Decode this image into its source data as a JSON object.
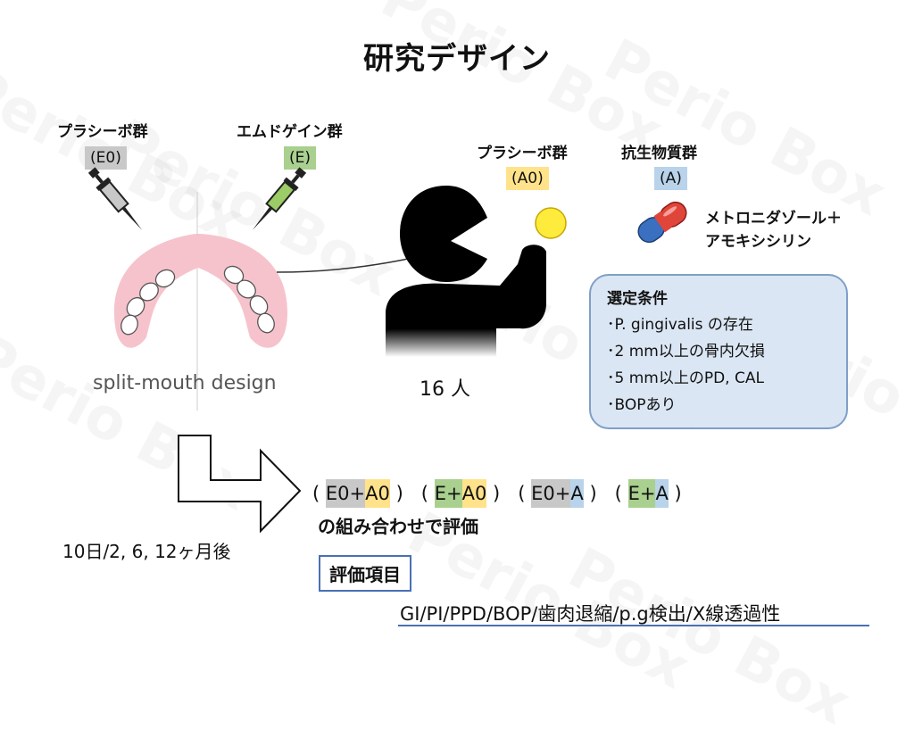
{
  "title": "研究デザイン",
  "groups": {
    "placebo_e": {
      "label": "プラシーボ群",
      "tag": "(E0)"
    },
    "emd": {
      "label": "エムドゲイン群",
      "tag": "(E)"
    },
    "placebo_a": {
      "label": "プラシーボ群",
      "tag": "(A0)"
    },
    "antibiotic": {
      "label": "抗生物質群",
      "tag": "(A)"
    }
  },
  "drug": {
    "line1": "メトロニダゾール＋",
    "line2": "アモキシシリン"
  },
  "split_mouth": "split-mouth design",
  "participants": "16 人",
  "criteria": {
    "heading": "選定条件",
    "items": [
      "･P. gingivalis の存在",
      "･2 mm以上の骨内欠損",
      "･5 mm以上のPD, CAL",
      "･BOPあり"
    ]
  },
  "combinations": {
    "c1a": "E0",
    "c1b": "A0",
    "c2a": "E",
    "c2b": "A0",
    "c3a": "E0",
    "c3b": "A",
    "c4a": "E",
    "c4b": "A",
    "plus": "+",
    "open": "(",
    "close": ")"
  },
  "combination_text": "の組み合わせで評価",
  "followup": "10日/2, 6, 12ヶ月後",
  "evaluation_label": "評価項目",
  "outcomes": "GI/PI/PPD/BOP/歯肉退縮/p.g検出/X線透過性",
  "watermark": "Perio Box",
  "colors": {
    "gray": "#c8c8c8",
    "green": "#a9d08e",
    "yellow": "#ffe28a",
    "blue": "#b8d3ea",
    "border_blue": "#4a70b4",
    "gum_pink": "#f6c3cc"
  }
}
